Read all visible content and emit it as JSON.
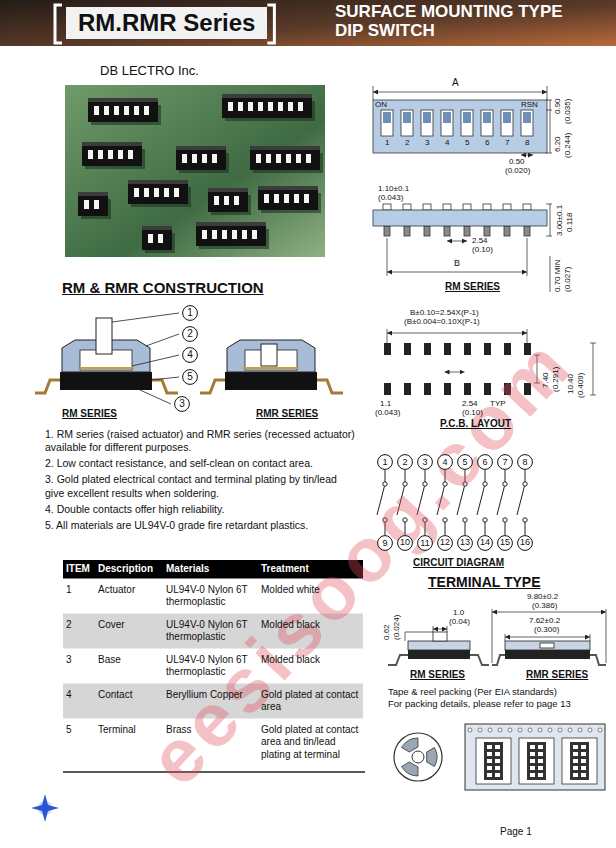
{
  "diagram": {
    "title": "RM.RMR Series",
    "nodes": [
      {
        "text": [
          "1"
        ]
      },
      {
        "text": [
          "2"
        ]
      },
      {
        "text": [
          "4"
        ]
      },
      {
        "text": [
          "5"
        ]
      },
      {
        "text": [
          "3"
        ]
      },
      {
        "text": [
          "1"
        ]
      },
      {
        "text": [
          "2"
        ]
      },
      {
        "text": [
          "3"
        ]
      },
      {
        "text": [
          "4"
        ]
      },
      {
        "text": [
          "5"
        ]
      },
      {
        "text": [
          "6"
        ]
      },
      {
        "text": [
          "7"
        ]
      },
      {
        "text": [
          "8"
        ]
      },
      {
        "text": [
          "9"
        ]
      },
      {
        "text": [
          "10"
        ]
      },
      {
        "text": [
          "11"
        ]
      },
      {
        "text": [
          "12"
        ]
      },
      {
        "text": [
          "13"
        ]
      },
      {
        "text": [
          "14"
        ]
      },
      {
        "text": [
          "15"
        ]
      },
      {
        "text": [
          "16"
        ]
      }
    ],
    "edges": [
      {
        "from": 5,
        "to": 13,
        "arrow": "none"
      },
      {
        "from": 6,
        "to": 14,
        "arrow": "none"
      },
      {
        "from": 7,
        "to": 15,
        "arrow": "none"
      },
      {
        "from": 8,
        "to": 16,
        "arrow": "none"
      },
      {
        "from": 9,
        "to": 17,
        "arrow": "none"
      },
      {
        "from": 10,
        "to": 18,
        "arrow": "none"
      },
      {
        "from": 11,
        "to": 19,
        "arrow": "none"
      },
      {
        "from": 12,
        "to": 20,
        "arrow": "none"
      }
    ],
    "labels": [
      "SURFACE MOUNTING TYPE DIP SWITCH",
      "DB LECTRO Inc.",
      "RM & RMR CONSTRUCTION",
      "RM SERIES",
      "RMR SERIES",
      "1. RM series (raised actuator) and RMR series (recessed actuator) available for different purposes.",
      "2. Low contact resistance, and self-clean on contact area.",
      "3. Gold plated electrical contact and terminal plating by tin/lead give excellent results when soldering.",
      "4. Double contacts offer high reliability.",
      "5. All materials are UL94V-0 grade fire retardant plastics.",
      "ITEM",
      "Description",
      "Materials",
      "Treatment",
      "1",
      "Actuator",
      "UL94V-0 Nylon 6T thermoplastic",
      "Molded white",
      "2",
      "Cover",
      "UL94V-0 Nylon 6T thermoplastic",
      "Molded black",
      "3",
      "Base",
      "UL94V-0 Nylon 6T thermoplastic",
      "Molded black",
      "4",
      "Contact",
      "Beryllium Copper",
      "Gold plated at contact area",
      "5",
      "Terminal",
      "Brass",
      "Gold plated at contact area and tin/lead plating at terminal",
      "A",
      "ON",
      "RSN",
      "1",
      "2",
      "3",
      "4",
      "5",
      "6",
      "7",
      "8",
      "0.90",
      "(0.035)",
      "6.20",
      "(0.244)",
      "0.50",
      "(0.020)",
      "1.10±0.1",
      "(0.043)",
      "3.00±0.1",
      "0.118",
      "2.54",
      "(0.10)",
      "B",
      "0.70 MIN",
      "(0.027)",
      "RM SERIES",
      "B±0.10=2.54X(P-1)",
      "(B±0.004=0.10X(P-1)",
      "1.1",
      "(0.043)",
      "2.54",
      "(0.10)",
      "TYP",
      "7.40",
      "(0.291)",
      "10.40",
      "(0.409)",
      "P.C.B. LAYOUT",
      "CIRCUIT DIAGRAM",
      "TERMINAL TYPE",
      "1.0",
      "(0.04)",
      "0.62",
      "(0.024)",
      "9.80±0.2",
      "(0.386)",
      "7.62±0.2",
      "(0.300)",
      "RM SERIES",
      "RMR SERIES",
      "Tape & reel packing (Per EIA standards)",
      "For packing details, please refer to page 13",
      "Page 1",
      "eesisoog.com"
    ]
  }
}
